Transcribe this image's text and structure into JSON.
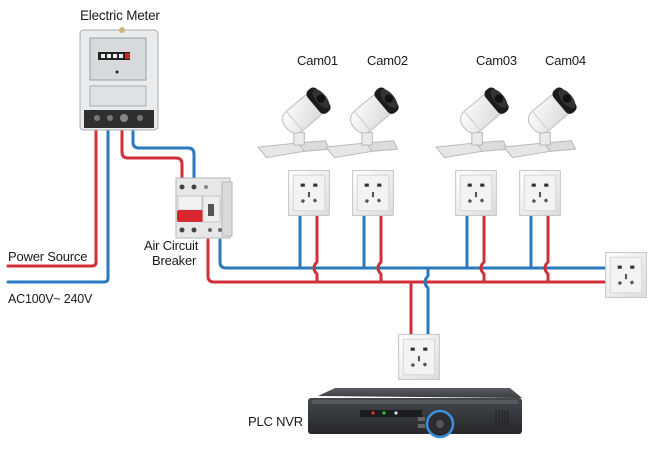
{
  "labels": {
    "meter": "Electric Meter",
    "power_source": "Power Source",
    "voltage": "AC100V~ 240V",
    "breaker_line1": "Air Circuit",
    "breaker_line2": "Breaker",
    "nvr": "PLC NVR"
  },
  "cameras": [
    {
      "label": "Cam01"
    },
    {
      "label": "Cam02"
    },
    {
      "label": "Cam03"
    },
    {
      "label": "Cam04"
    }
  ],
  "colors": {
    "live_wire": "#d0303a",
    "neutral_wire": "#2a7ac0",
    "background": "#ffffff"
  }
}
